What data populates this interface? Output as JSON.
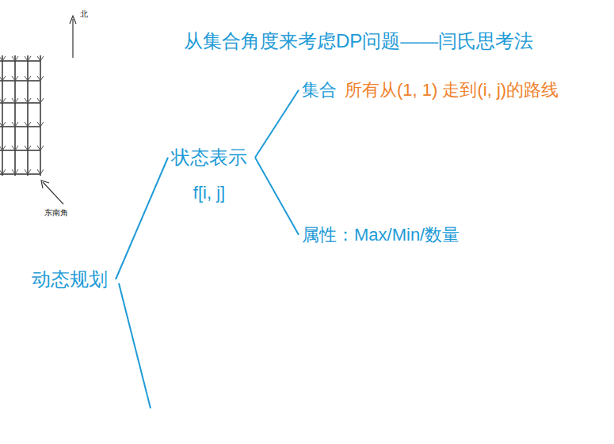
{
  "diagram": {
    "title": "从集合角度来考虑DP问题——闫氏思考法",
    "nodes": [
      {
        "text": [
          "动态规划"
        ]
      },
      {
        "text": [
          "状态表示",
          "f[i, j]"
        ]
      },
      {
        "text": [
          "集合",
          "所有从(1, 1) 走到(i, j)的路线"
        ]
      },
      {
        "text": [
          "属性：Max/Min/数量"
        ]
      }
    ],
    "edges": [
      {
        "from": 0,
        "to": 1,
        "arrow": "none"
      },
      {
        "from": 1,
        "to": 2,
        "arrow": "none"
      },
      {
        "from": 1,
        "to": 3,
        "arrow": "none"
      }
    ],
    "labels": [
      "北",
      "东南角"
    ]
  }
}
